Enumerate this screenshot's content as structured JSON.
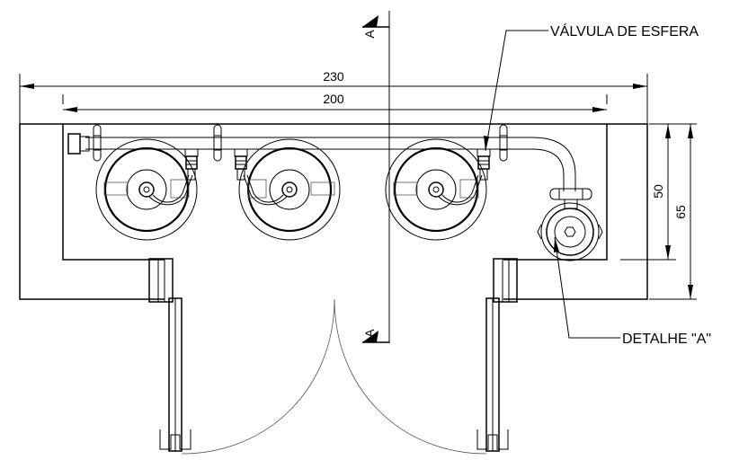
{
  "labels": {
    "valve": "VÁLVULA DE ESFERA",
    "detail": "DETALHE \"A\""
  },
  "dimensions": {
    "overall_width": "230",
    "inner_width": "200",
    "inner_depth": "50",
    "overall_depth": "65"
  },
  "section": {
    "top": "A",
    "bottom": "A"
  }
}
